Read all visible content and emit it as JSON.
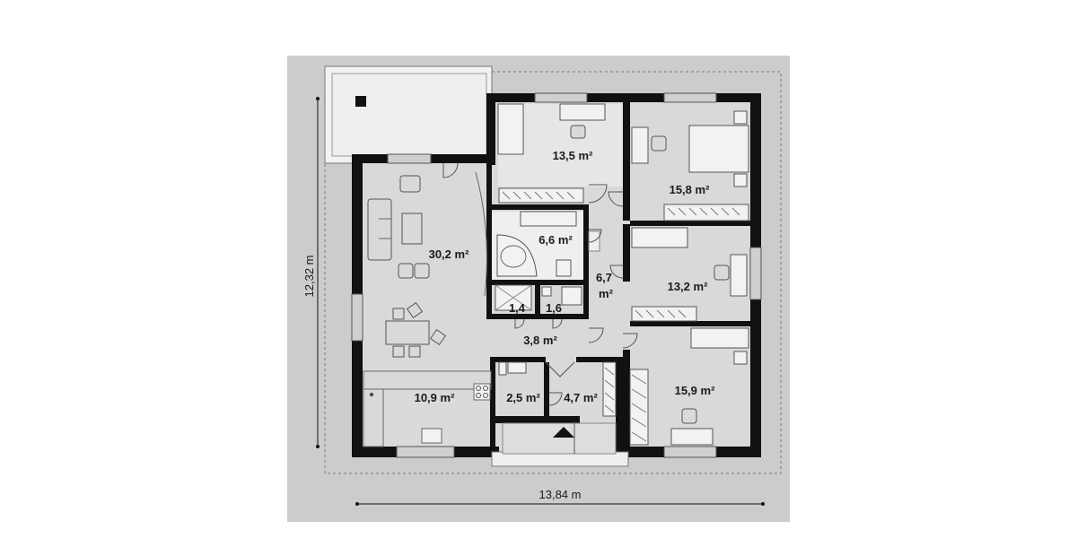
{
  "plan": {
    "width_label": "13,84 m",
    "height_label": "12,32 m"
  },
  "rooms": [
    {
      "id": "living",
      "label": "30,2 m²"
    },
    {
      "id": "kitchen",
      "label": "10,9 m²"
    },
    {
      "id": "bedroom-top",
      "label": "13,5 m²"
    },
    {
      "id": "bedroom-master",
      "label": "15,8 m²"
    },
    {
      "id": "bathroom",
      "label": "6,6 m²"
    },
    {
      "id": "corridor-v-1",
      "label": "6,7"
    },
    {
      "id": "corridor-v-2",
      "label": "m²"
    },
    {
      "id": "bedroom-mid",
      "label": "13,2 m²"
    },
    {
      "id": "storage-a",
      "label": "1,4"
    },
    {
      "id": "storage-b",
      "label": "1,6"
    },
    {
      "id": "hall",
      "label": "3,8 m²"
    },
    {
      "id": "wc",
      "label": "2,5 m²"
    },
    {
      "id": "entry",
      "label": "4,7 m²"
    },
    {
      "id": "bedroom-bottom",
      "label": "15,9 m²"
    }
  ],
  "colors": {
    "background": "#cccccc",
    "floor": "#d9d9d9",
    "wall": "#111111",
    "light": "#f2f2f2"
  }
}
